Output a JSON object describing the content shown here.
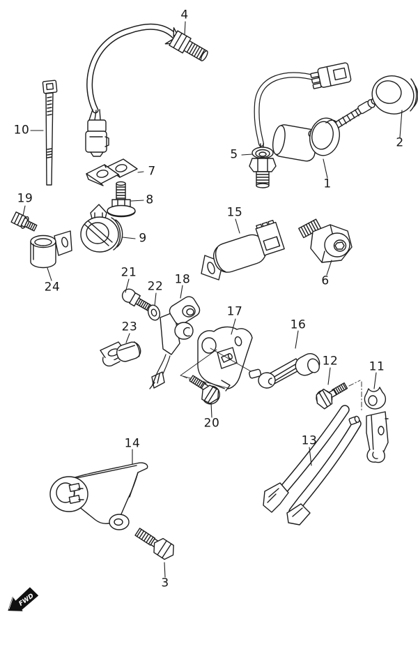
{
  "diagram": {
    "background_color": "#ffffff",
    "line_color": "#1d1d1d",
    "fwd_marker": {
      "label": "FWD"
    },
    "part_labels": [
      {
        "text": "1"
      },
      {
        "text": "2"
      },
      {
        "text": "3"
      },
      {
        "text": "4"
      },
      {
        "text": "5"
      },
      {
        "text": "6"
      },
      {
        "text": "7"
      },
      {
        "text": "8"
      },
      {
        "text": "9"
      },
      {
        "text": "10"
      },
      {
        "text": "11"
      },
      {
        "text": "12"
      },
      {
        "text": "13"
      },
      {
        "text": "14"
      },
      {
        "text": "15"
      },
      {
        "text": "16"
      },
      {
        "text": "17"
      },
      {
        "text": "18"
      },
      {
        "text": "19"
      },
      {
        "text": "20"
      },
      {
        "text": "21"
      },
      {
        "text": "22"
      },
      {
        "text": "23"
      },
      {
        "text": "24"
      }
    ]
  }
}
